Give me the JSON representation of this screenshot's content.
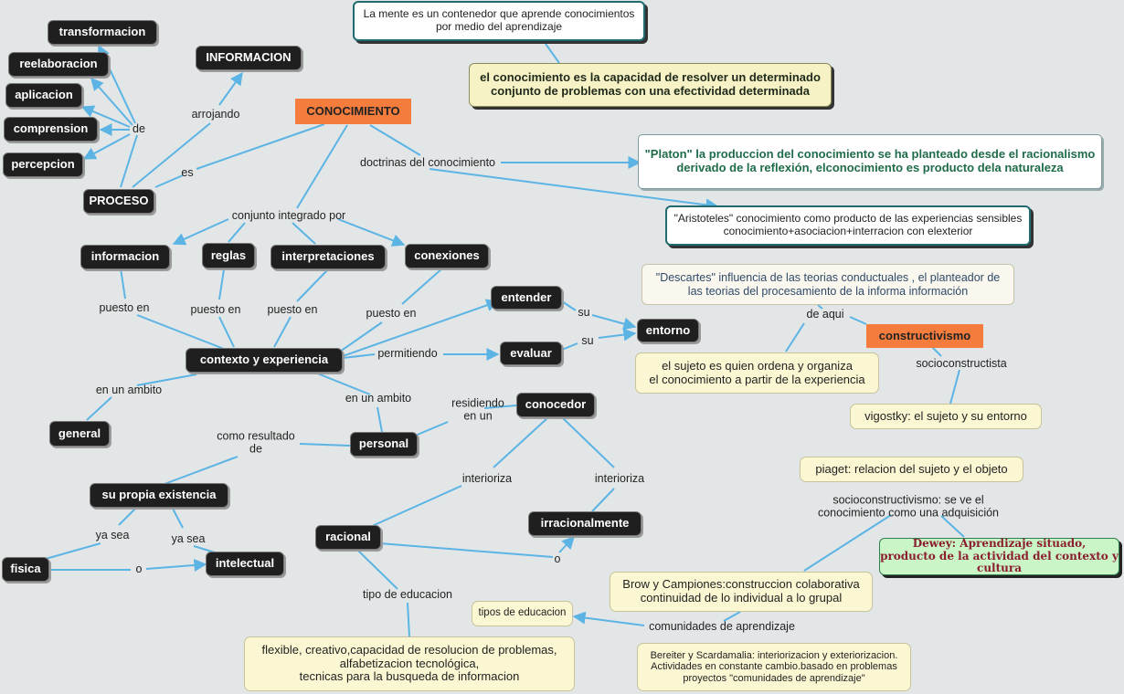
{
  "nodes": {
    "transformacion": "transformacion",
    "reelaboracion": "reelaboracion",
    "aplicacion": "aplicacion",
    "comprension": "comprension",
    "percepcion": "percepcion",
    "proceso": "PROCESO",
    "informacion_top": "INFORMACION",
    "conocimiento": "CONOCIMIENTO",
    "mente": "La mente es un contenedor que aprende conocimientos\npor medio del aprendizaje",
    "capacidad": "el conocimiento es la capacidad de resolver un determinado\nconjunto de problemas con una efectividad determinada",
    "platon": "\"Platon\"  la produccion del conocimiento se ha planteado desde el racionalismo\nderivado de la reflexión, elconocimiento es producto dela naturaleza",
    "aristoteles": "\"Aristoteles\" conocimiento como producto de las experiencias sensibles\nconocimiento+asociacion+interracion con elexterior",
    "informacion": "informacion",
    "reglas": "reglas",
    "interpretaciones": "interpretaciones",
    "conexiones": "conexiones",
    "descartes": "\"Descartes\" influencia de las teorias conductuales , el planteador de\nlas teorias del procesamiento  de la informa información",
    "entender": "entender",
    "evaluar": "evaluar",
    "entorno": "entorno",
    "constructivismo": "constructivismo",
    "sujeto": "el sujeto es quien ordena y organiza\nel conocimiento a partir de la experiencia",
    "contexto": "contexto y experiencia",
    "vigostky": "vigostky: el sujeto y su entorno",
    "general": "general",
    "personal": "personal",
    "conocedor": "conocedor",
    "piaget": "piaget: relacion del sujeto y el objeto",
    "existencia": "su propia existencia",
    "irracionalmente": "irracionalmente",
    "racional": "racional",
    "fisica": "fisica",
    "intelectual": "intelectual",
    "dewey": "Dewey: Aprendizaje situado,\nproducto de la actividad del contexto y cultura",
    "brow": "Brow y Campiones:construccion colaborativa\ncontinuidad de lo individual a lo grupal",
    "tipos": "tipos de educacion",
    "flexible": "flexible, creativo,capacidad de resolucion de problemas,\nalfabetizacion tecnológica,\ntecnicas para la busqueda de informacion",
    "bereiter": "Bereiter y Scardamalia: interiorizacion y exteriorizacion.\nActividades en constante cambio.basado en problemas\nproyectos \"comunidades de aprendizaje\""
  },
  "labels": {
    "de": "de",
    "arrojando": "arrojando",
    "es": "es",
    "doctrinas": "doctrinas del conocimiento",
    "conjunto": "conjunto integrado por",
    "puesto1": "puesto en",
    "puesto2": "puesto en",
    "puesto3": "puesto en",
    "puesto4": "puesto en",
    "su1": "su",
    "su2": "su",
    "permitiendo": "permitiendo",
    "de_aqui": "de aqui",
    "socioconstructista": "socioconstructista",
    "ambito1": "en un ambito",
    "ambito2": "en un ambito",
    "residiendo": "residiendo\nen un",
    "resultado": "como resultado\nde",
    "interioriza1": "interioriza",
    "interioriza2": "interioriza",
    "ya_sea1": "ya sea",
    "ya_sea2": "ya sea",
    "o1": "o",
    "o2": "o",
    "socio_text": "socioconstructivismo: se ve el conocimiento como una adquisición",
    "tipo_edu": "tipo de educacion",
    "comunidades": "comunidades de aprendizaje"
  },
  "colors": {
    "edge": "#5bb4e4",
    "background": "#e3e6e7",
    "dark_node": "#1f1f1f",
    "orange_node": "#f47c3c"
  }
}
